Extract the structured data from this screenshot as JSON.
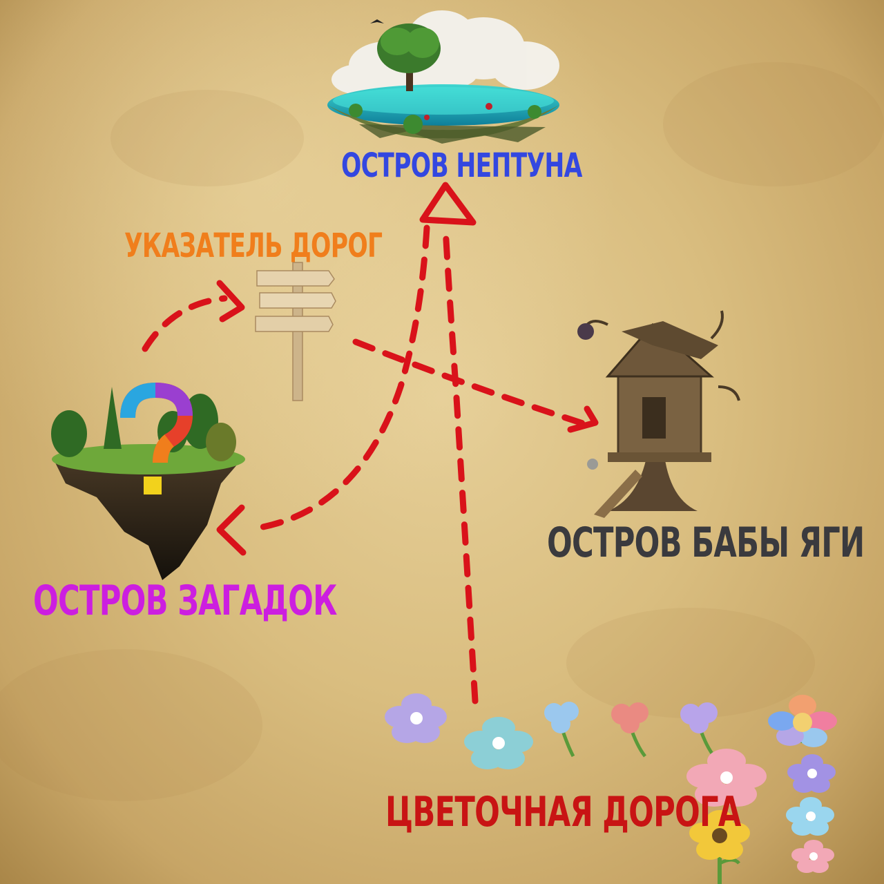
{
  "labels": {
    "neptune": "ОСТРОВ НЕПТУНА",
    "signpost": "УКАЗАТЕЛЬ ДОРОГ",
    "baba_yaga": "ОСТРОВ БАБЫ ЯГИ",
    "riddles": "ОСТРОВ ЗАГАДОК",
    "flower_road": "ЦВЕТОЧНАЯ ДОРОГА"
  },
  "colors": {
    "neptune": "#3347e0",
    "signpost": "#f07e1c",
    "baba_yaga": "#3a3a3e",
    "riddles": "#cc1ee0",
    "flower_road": "#c81414",
    "path": "#d9121a"
  },
  "icons": {
    "neptune_island": "floating-island-lake-icon",
    "signpost": "wooden-signpost-icon",
    "riddle_island": "floating-island-puzzle-question-icon",
    "yaga_hut": "witch-hut-icon",
    "flower": "flower-icon"
  }
}
